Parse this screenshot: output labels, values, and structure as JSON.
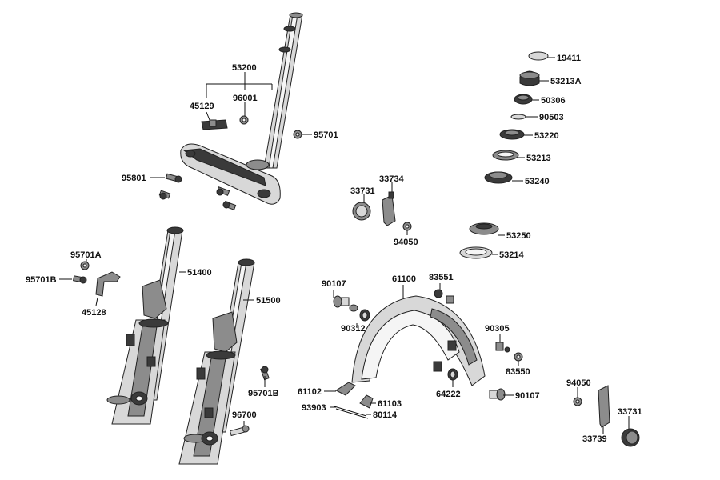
{
  "labels": {
    "p53200": "53200",
    "p45129": "45129",
    "p96001": "96001",
    "p95701": "95701",
    "p95801": "95801",
    "p95701A": "95701A",
    "p95701B_left": "95701B",
    "p45128": "45128",
    "p51400": "51400",
    "p51500": "51500",
    "p95701B_right": "95701B",
    "p96700": "96700",
    "p33734": "33734",
    "p33731_top": "33731",
    "p94050_top": "94050",
    "p19411": "19411",
    "p53213A": "53213A",
    "p50306": "50306",
    "p90503": "90503",
    "p53220": "53220",
    "p53213": "53213",
    "p53240": "53240",
    "p53250": "53250",
    "p53214": "53214",
    "p90107_left": "90107",
    "p61100": "61100",
    "p83551": "83551",
    "p90312": "90312",
    "p90305": "90305",
    "p83550": "83550",
    "p64222": "64222",
    "p90107_right": "90107",
    "p61102": "61102",
    "p61103": "61103",
    "p93903": "93903",
    "p80114": "80114",
    "p94050_bottom": "94050",
    "p33731_bottom": "33731",
    "p33739": "33739"
  }
}
